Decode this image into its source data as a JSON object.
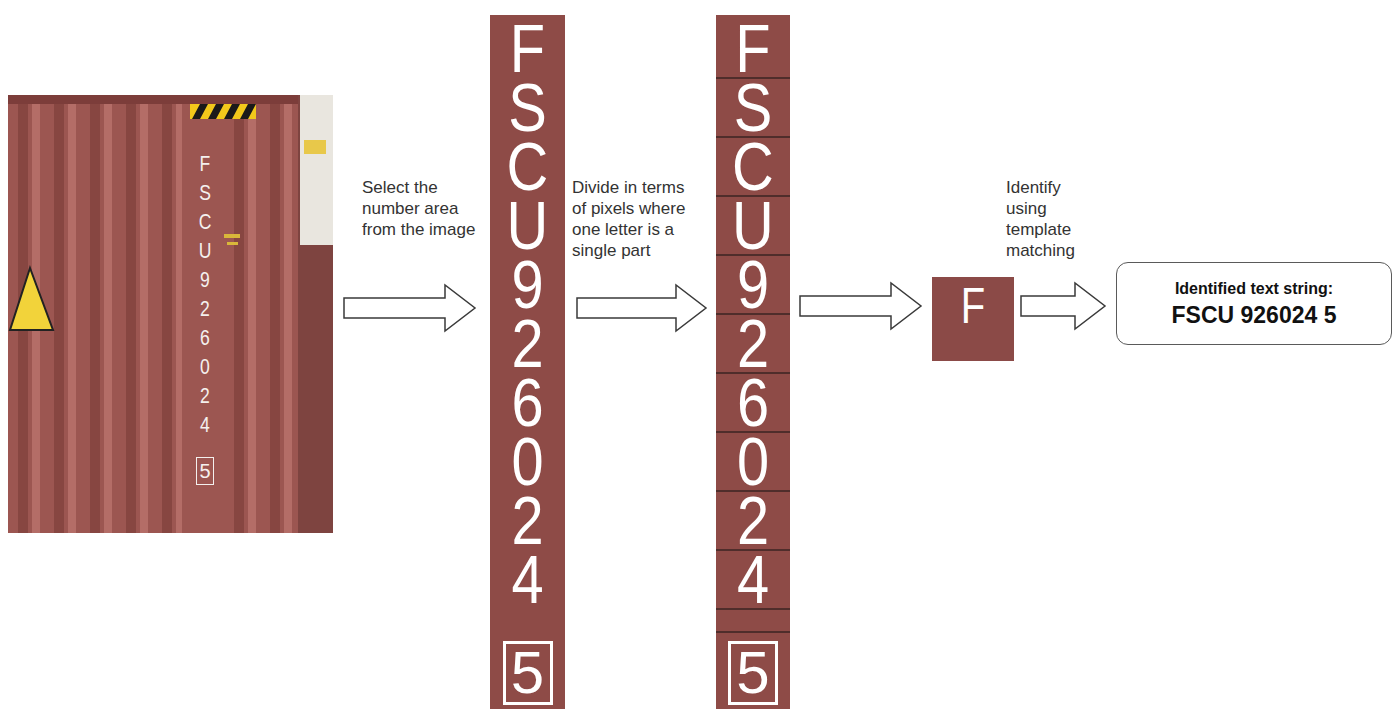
{
  "diagram": {
    "nodes": [
      {
        "text": [
          "F",
          "S",
          "C",
          "U",
          "9",
          "2",
          "6",
          "0",
          "2",
          "4",
          "5"
        ]
      },
      {
        "text": [
          "F",
          "S",
          "C",
          "U",
          "9",
          "2",
          "6",
          "0",
          "2",
          "4",
          "5"
        ]
      },
      {
        "text": [
          "F",
          "S",
          "C",
          "U",
          "9",
          "2",
          "6",
          "0",
          "2",
          "4",
          "5"
        ]
      },
      {
        "text": [
          "F"
        ]
      },
      {
        "text": [
          "Identified text string:",
          "FSCU 926024 5"
        ]
      }
    ],
    "edges": [
      {
        "from": 0,
        "to": 1,
        "arrow": "to",
        "label": "Select the number area from the image"
      },
      {
        "from": 1,
        "to": 2,
        "arrow": "to",
        "label": "Divide in terms of pixels where one letter is a single part"
      },
      {
        "from": 2,
        "to": 3,
        "arrow": "to"
      },
      {
        "from": 3,
        "to": 4,
        "arrow": "to",
        "label": "Identify using template matching"
      }
    ]
  }
}
